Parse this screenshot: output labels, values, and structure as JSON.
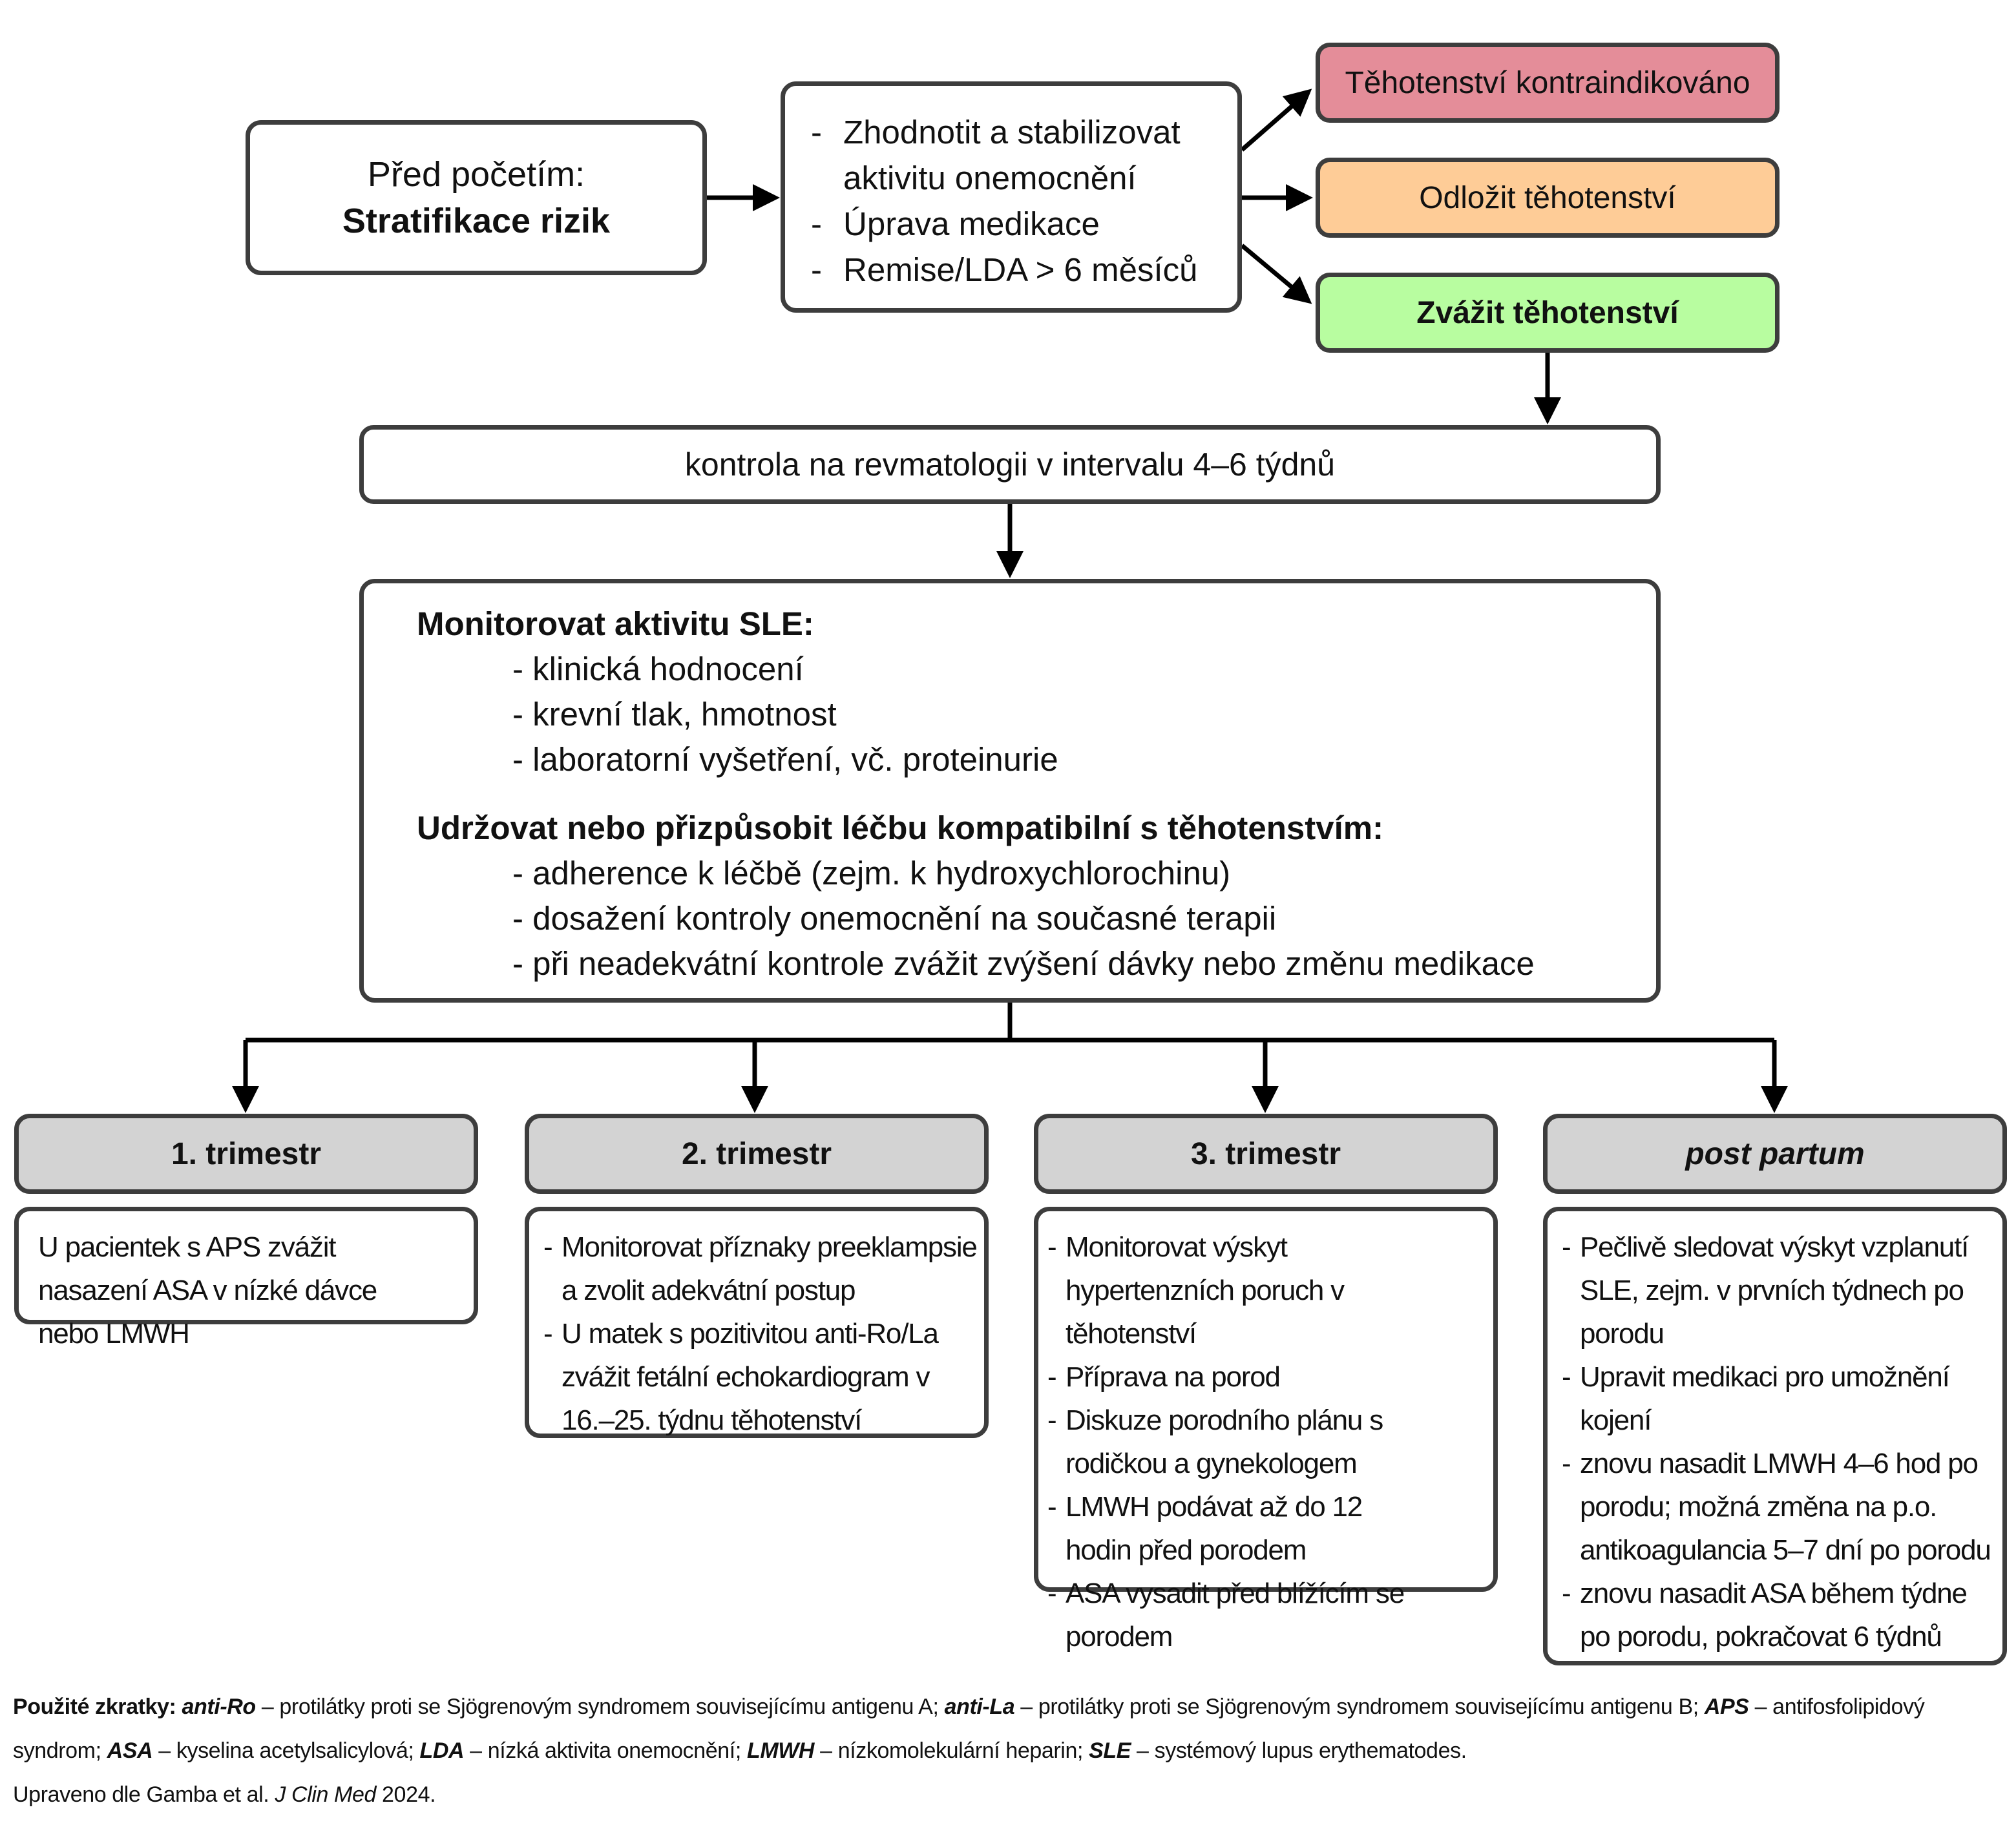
{
  "pre_conception": {
    "line1": "Před početím:",
    "line2": "Stratifikace rizik"
  },
  "steps": [
    {
      "dash": "-",
      "text": "Zhodnotit a stabilizovat aktivitu onemocnění"
    },
    {
      "dash": "-",
      "text": "Úprava medikace"
    },
    {
      "dash": "-",
      "text": "Remise/LDA > 6 měsíců"
    }
  ],
  "outcomes": {
    "contraindicated": "Těhotenství kontraindikováno",
    "postpone": "Odložit těhotenství",
    "consider": "Zvážit těhotenství"
  },
  "kontrola": "kontrola na revmatologii v intervalu 4–6 týdnů",
  "monitor": {
    "heading1": "Monitorovat aktivitu SLE:",
    "items1": [
      "- klinická hodnocení",
      "- krevní tlak, hmotnost",
      "- laboratorní vyšetření, vč. proteinurie"
    ],
    "heading2": "Udržovat nebo přizpůsobit léčbu kompatibilní s těhotenstvím:",
    "items2": [
      "- adherence k léčbě (zejm. k hydroxychlorochinu)",
      "- dosažení kontroly onemocnění na současné terapii",
      "- při neadekvátní kontrole zvážit zvýšení dávky nebo změnu medikace"
    ]
  },
  "trimesters": [
    {
      "label": "1. trimestr",
      "items": [
        "U pacientek s APS zvážit nasazení ASA v nízké dávce nebo LMWH"
      ]
    },
    {
      "label": "2. trimestr",
      "items": [
        "Monitorovat příznaky preeklampsie a zvolit adekvátní postup",
        "U matek s pozitivitou anti-Ro/La zvážit fetální echokardiogram v 16.–25. týdnu těhotenství"
      ]
    },
    {
      "label": "3. trimestr",
      "items": [
        "Monitorovat výskyt hypertenzních poruch v těhotenství",
        "Příprava na porod",
        "Diskuze porodního plánu s rodičkou a gynekologem",
        "LMWH podávat až do 12 hodin před porodem",
        "ASA vysadit před blížícím se porodem"
      ]
    },
    {
      "label": "post partum",
      "items": [
        "Pečlivě sledovat výskyt vzplanutí SLE, zejm. v prvních týdnech po porodu",
        "Upravit medikaci pro umožnění kojení",
        "znovu nasadit LMWH  4–6 hod po porodu; možná změna na p.o. antikoagulancia 5–7 dní po porodu",
        "znovu nasadit ASA během týdne po porodu, pokračovat 6 týdnů"
      ]
    }
  ],
  "footer": {
    "label": "Použité zkratky:",
    "abbr": [
      {
        "term": "anti-Ro",
        "def": " – protilátky proti se Sjögrenovým syndromem souvisejícímu antigenu A;"
      },
      {
        "term": "anti-La",
        "def": " – protilátky proti se Sjögrenovým syndromem souvisejícímu antigenu B;"
      },
      {
        "term": "APS",
        "def": " – antifosfolipidový syndrom;"
      },
      {
        "term": "ASA",
        "def": " – kyselina acetylsalicylová;"
      },
      {
        "term": "LDA",
        "def": " – nízká aktivita onemocnění;"
      },
      {
        "term": "LMWH",
        "def": " – nízkomolekulární heparin;"
      },
      {
        "term": "SLE",
        "def": " – systémový lupus erythematodes."
      }
    ],
    "source_prefix": "Upraveno dle Gamba et al. ",
    "source_journal": "J Clin Med",
    "source_year": " 2024."
  }
}
